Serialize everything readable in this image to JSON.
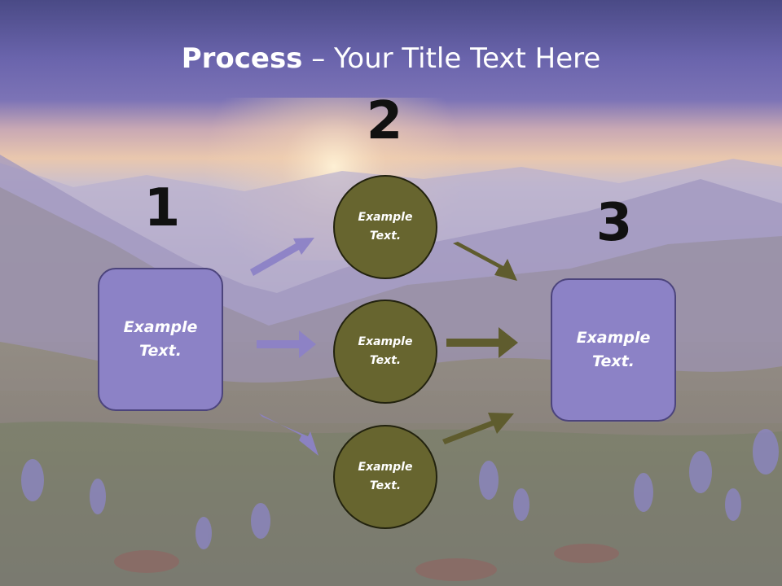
{
  "slide": {
    "title_bold": "Process",
    "title_rest": " – Your Title Text Here",
    "steps": [
      "1",
      "2",
      "3"
    ],
    "left_box": {
      "line1": "Example",
      "line2": "Text."
    },
    "right_box": {
      "line1": "Example",
      "line2": "Text."
    },
    "circles": [
      {
        "line1": "Example",
        "line2": "Text."
      },
      {
        "line1": "Example",
        "line2": "Text."
      },
      {
        "line1": "Example",
        "line2": "Text."
      }
    ]
  },
  "colors": {
    "box_fill": "#8c82c6",
    "circle_fill": "#67652f",
    "arrow_purple": "#8c82c6",
    "arrow_olive": "#5f5c2e",
    "title_text": "#ffffff",
    "number_text": "#111111"
  }
}
